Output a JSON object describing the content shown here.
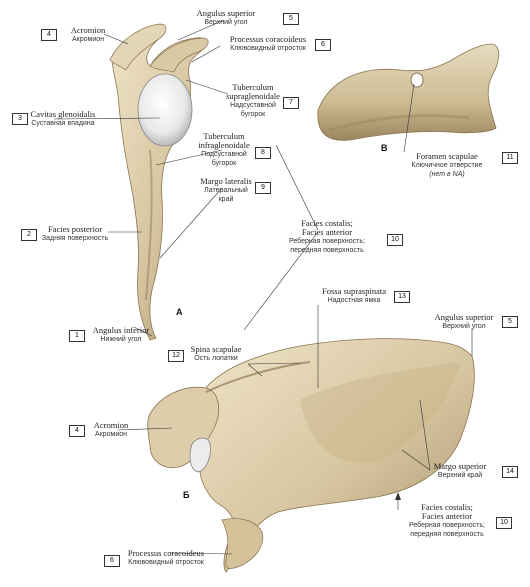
{
  "letters": {
    "a": "А",
    "b": "Б",
    "v": "В"
  },
  "labels": {
    "acromion_top": {
      "num": "4",
      "lat": "Acromion",
      "ru": "Акромион"
    },
    "angulus_superior_top": {
      "num": "5",
      "lat": "Angulus superior",
      "ru": "Верхний угол"
    },
    "processus_coracoideus_top": {
      "num": "6",
      "lat": "Processus coracoideus",
      "ru": "Клювовидный отросток"
    },
    "tuberculum_supraglenoidale": {
      "num": "7",
      "lat1": "Tuberculum",
      "lat2": "supraglenoidale",
      "ru1": "Надсуставной",
      "ru2": "бугорок"
    },
    "cavitas_glenoidalis": {
      "num": "3",
      "lat": "Cavitas glenoidalis",
      "ru": "Суставная впадина"
    },
    "tuberculum_infraglenoidale": {
      "num": "8",
      "lat1": "Tuberculum",
      "lat2": "infraglenoidale",
      "ru1": "Подсуставной",
      "ru2": "бугорок"
    },
    "margo_lateralis": {
      "num": "9",
      "lat": "Margo lateralis",
      "ru1": "Латеральный",
      "ru2": "край"
    },
    "facies_posterior": {
      "num": "2",
      "lat": "Facies posterior",
      "ru": "Задняя поверхность"
    },
    "facies_costalis_top": {
      "num": "10",
      "lat1": "Facies costalis;",
      "lat2": "Facies anterior",
      "ru1": "Реберная поверхность;",
      "ru2": "передняя поверхность"
    },
    "foramen_scapulae": {
      "num": "11",
      "lat": "Foramen scapulae",
      "ru1": "Ключичное отверстие",
      "ru2": "(нет в NA)"
    },
    "angulus_inferior": {
      "num": "1",
      "lat": "Angulus inferior",
      "ru": "Нижний угол"
    },
    "fossa_supraspinata": {
      "num": "13",
      "lat": "Fossa supraspinata",
      "ru": "Надостная ямка"
    },
    "spina_scapulae": {
      "num": "12",
      "lat": "Spina scapulae",
      "ru": "Ость лопатки"
    },
    "angulus_superior_bottom": {
      "num": "5",
      "lat": "Angulus superior",
      "ru": "Верхний угол"
    },
    "acromion_bottom": {
      "num": "4",
      "lat": "Acromion",
      "ru": "Акромион"
    },
    "margo_superior": {
      "num": "14",
      "lat": "Margo superior",
      "ru": "Верхний край"
    },
    "facies_costalis_bottom": {
      "num": "10",
      "lat1": "Facies costalis;",
      "lat2": "Facies anterior",
      "ru1": "Реберная поверхность;",
      "ru2": "передняя поверхность"
    },
    "processus_coracoideus_bottom": {
      "num": "6",
      "lat": "Processus coracoideus",
      "ru": "Клювовидный отросток"
    }
  },
  "colors": {
    "bone": "#d8c9a8",
    "bone_shadow": "#a8946c",
    "bone_light": "#efe6d0",
    "cartilage": "#f2f2f2",
    "line": "#333333"
  }
}
